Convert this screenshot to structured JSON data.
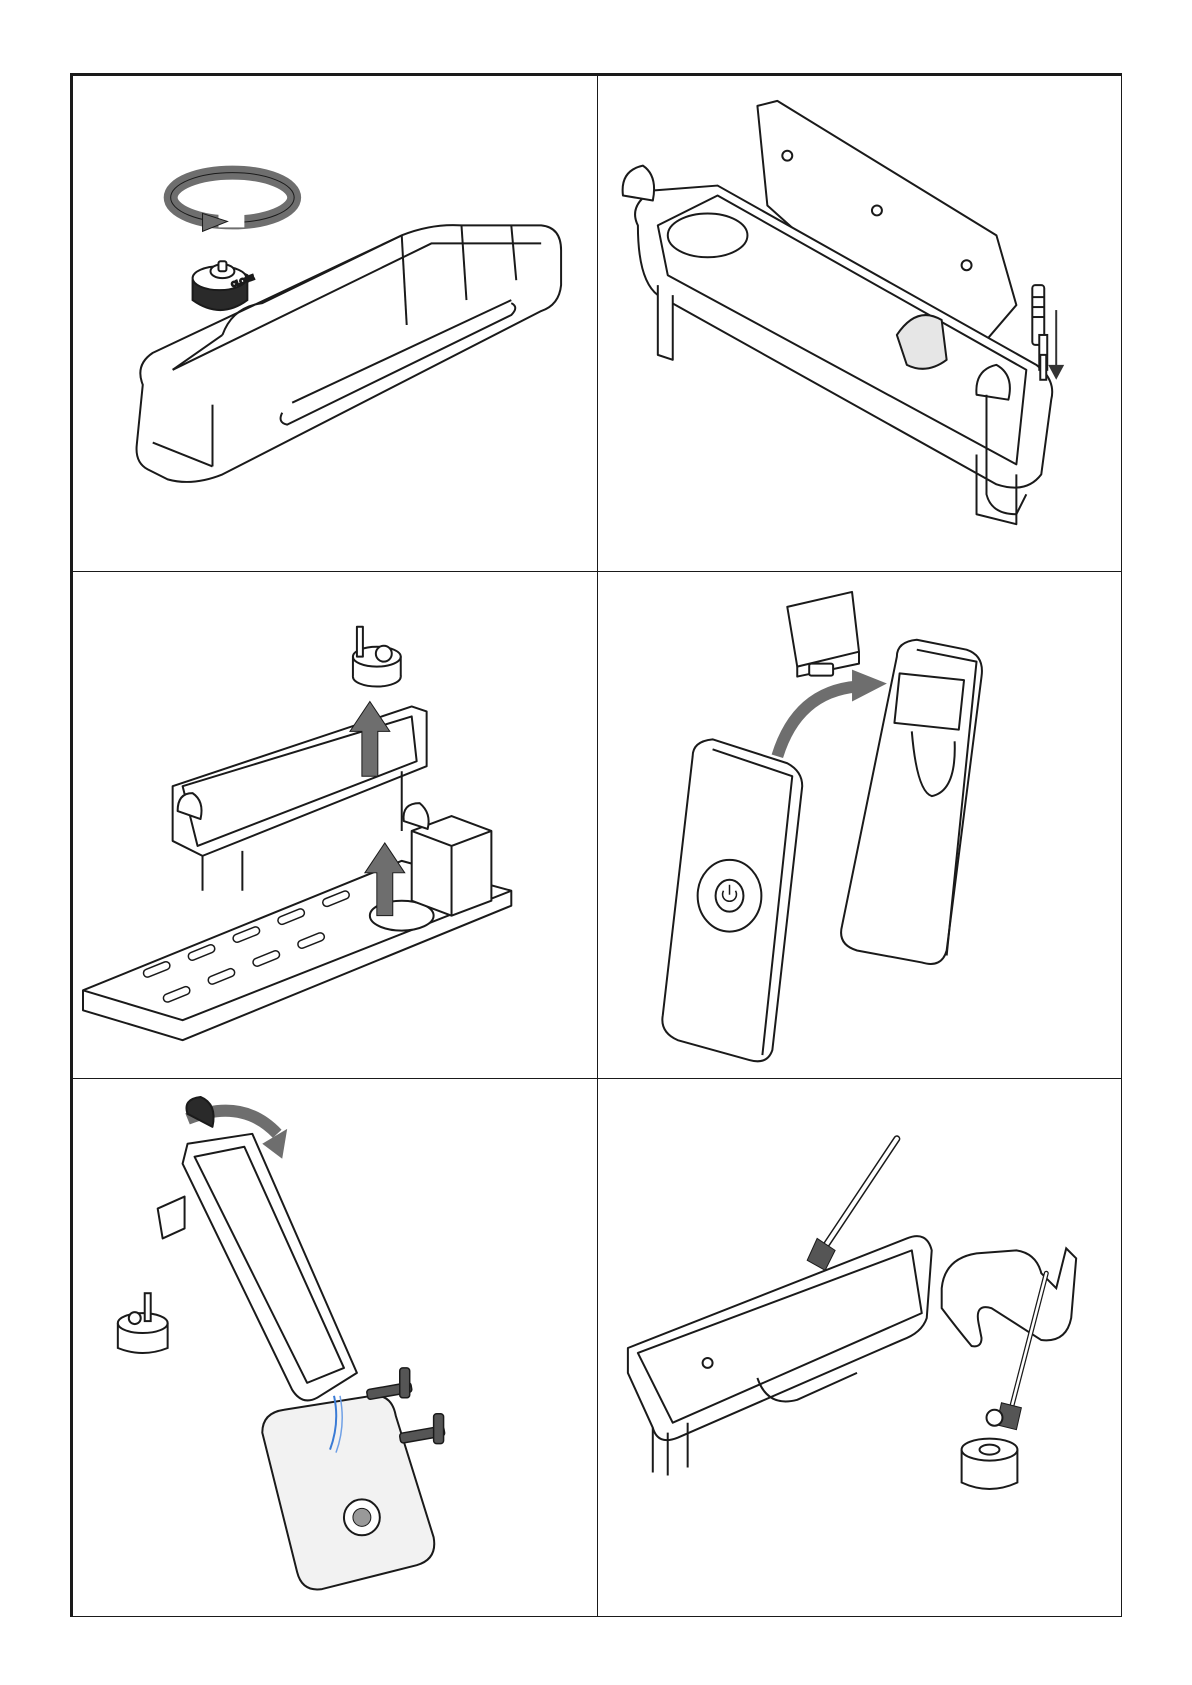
{
  "panels": [
    {
      "id": "panel-1",
      "knob_text": "CLOSE",
      "icons": [
        "rotate-arrow-icon"
      ]
    },
    {
      "id": "panel-2",
      "icons": [
        "down-arrow-icon"
      ]
    },
    {
      "id": "panel-3",
      "icons": [
        "up-arrow-icon",
        "up-arrow-icon"
      ]
    },
    {
      "id": "panel-4",
      "icons": [
        "curved-arrow-icon",
        "power-icon"
      ]
    },
    {
      "id": "panel-5",
      "icons": [
        "curved-arrow-icon",
        "water-drain-icon"
      ]
    },
    {
      "id": "panel-6",
      "icons": [
        "brush-icon",
        "hand-icon"
      ]
    }
  ],
  "colors": {
    "line": "#1a1a1a",
    "arrow": "#6e6e6e",
    "water": "#3a7bd5",
    "sink": "#f2f2f2"
  }
}
